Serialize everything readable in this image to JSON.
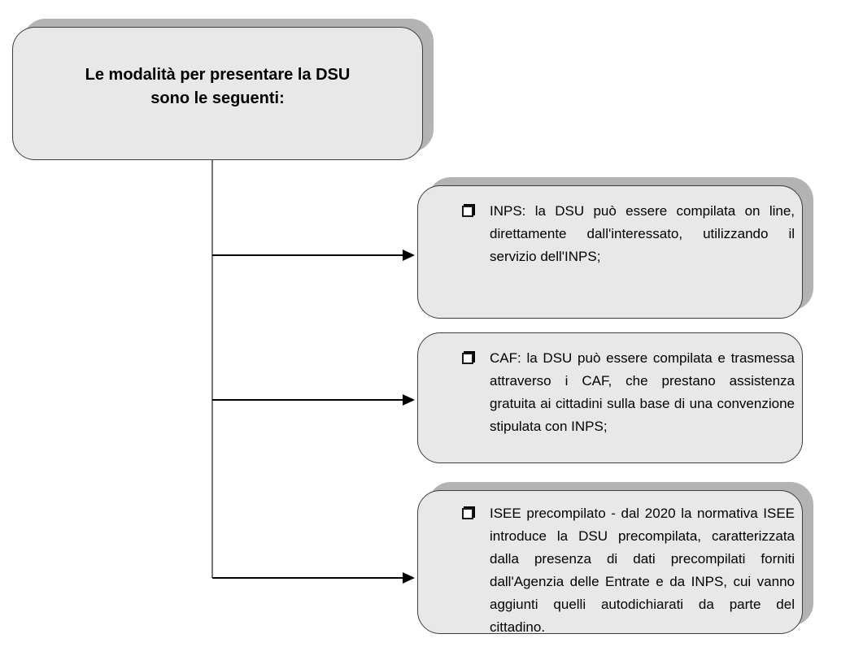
{
  "diagram": {
    "root": {
      "title_lines": {
        "0": "Le modalità per presentare la DSU",
        "1": "sono le seguenti:"
      }
    },
    "branches": [
      {
        "id": "inps",
        "text": "INPS: la DSU può essere compilata on line, direttamente dall'interessato, utilizzando il servizio dell'INPS;"
      },
      {
        "id": "caf",
        "text": "CAF: la DSU può essere compilata e trasmessa attraverso i CAF, che prestano assistenza gratuita ai cittadini sulla base di una convenzione stipulata con INPS;"
      },
      {
        "id": "isee",
        "text": "ISEE precompilato - dal 2020 la normativa ISEE introduce la DSU precompilata, caratterizzata dalla presenza di dati precompilati forniti dall'Agenzia delle Entrate e da INPS, cui vanno aggiunti quelli autodichiarati da parte del cittadino."
      }
    ],
    "icons": {
      "bullet": "shadowed-checkbox-square",
      "arrowhead": "right-pointing-triangle"
    },
    "colors": {
      "box_fill": "#e8e8e8",
      "box_border": "#3d3d3d",
      "drop_shadow": "#b3b3b3",
      "trunk_line": "#757575",
      "arrow": "#000000",
      "text": "#000000",
      "background": "#ffffff"
    }
  }
}
